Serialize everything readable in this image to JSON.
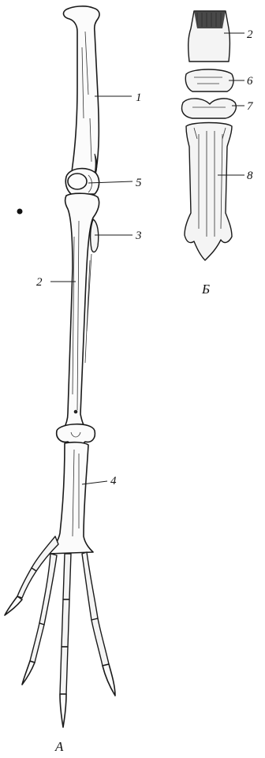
{
  "panels": {
    "a": "А",
    "b": "Б"
  },
  "callouts": {
    "c1": "1",
    "c2a": "2",
    "c3": "3",
    "c4": "4",
    "c5": "5",
    "c2b": "2",
    "c6": "6",
    "c7": "7",
    "c8": "8"
  }
}
